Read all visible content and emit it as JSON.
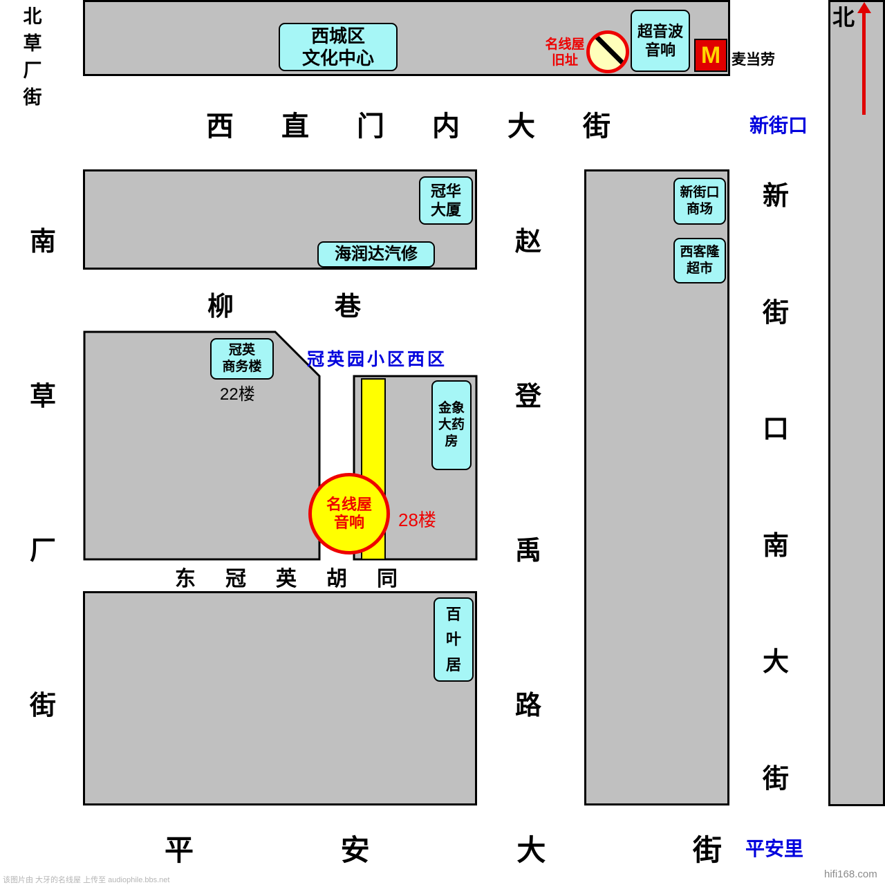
{
  "compass": {
    "north": "北"
  },
  "top_row": {
    "cultural_center": [
      "西城区",
      "文化中心"
    ],
    "old_site": [
      "名线屋",
      "旧址"
    ],
    "ultrasonic": [
      "超音波",
      "音响"
    ],
    "mcdonalds_m": "M",
    "mcdonalds_label": "麦当劳"
  },
  "streets": {
    "xizhimennei": [
      "西",
      "直",
      "门",
      "内",
      "大",
      "街"
    ],
    "beicaochang": [
      "北",
      "草",
      "厂",
      "街"
    ],
    "nancaochang": [
      "南",
      "草",
      "厂",
      "街"
    ],
    "liuxiang": [
      "柳",
      "巷"
    ],
    "zhaodengyu": [
      "赵",
      "登",
      "禹",
      "路"
    ],
    "xinjiekou_nandajie": [
      "新",
      "街",
      "口",
      "南",
      "大",
      "街"
    ],
    "dongguanying_hutong": [
      "东",
      "冠",
      "英",
      "胡",
      "同"
    ],
    "pingan_dajie": [
      "平",
      "安",
      "大",
      "街"
    ]
  },
  "labels": {
    "xinjiekou": "新街口",
    "guanyingyuan_xiqu": "冠英园小区西区",
    "pinganli": "平安里",
    "floor22": "22楼",
    "floor28": "28楼"
  },
  "buildings": {
    "guanhua_mansion": [
      "冠华",
      "大厦"
    ],
    "hairunda": [
      "海润达汽修"
    ],
    "xinjiekou_mall": [
      "新街口",
      "商场"
    ],
    "xikelong_market": [
      "西客隆",
      "超市"
    ],
    "guanying_business": [
      "冠英",
      "商务楼"
    ],
    "jinxiang_pharmacy": [
      "金象",
      "大药",
      "房"
    ],
    "baiyeju": [
      "百",
      "叶",
      "居"
    ],
    "shop_circle": [
      "名线屋",
      "音响"
    ]
  },
  "footer": {
    "left": "该图片由 大牙的名线屋 上传至 audiophile.bbs.net",
    "right": "hifi168.com"
  },
  "colors": {
    "block_gray": "#c0c0c0",
    "cyan_box": "#a6f6f6",
    "highlight_yellow": "#ffff00",
    "accent_red": "#ee0000",
    "label_blue": "#0000dd"
  }
}
